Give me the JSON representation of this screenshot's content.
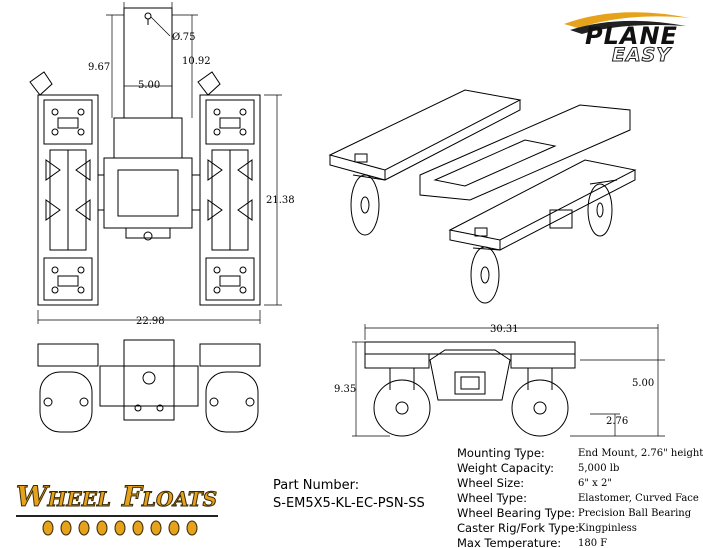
{
  "brand": {
    "line1": "PLANE",
    "line2": "EASY"
  },
  "product_logo": {
    "word1_cap": "W",
    "word1_rest": "HEEL",
    "word2_cap": "F",
    "word2_rest": "LOATS"
  },
  "dimensions": {
    "pin_dia": "Ø.75",
    "tower_height": "9.67",
    "overall_height": "10.92",
    "frame_width": "5.00",
    "length": "21.38",
    "width": "22.98",
    "side_length": "30.31",
    "side_height": "9.35",
    "mount_height": "5.00",
    "mount_offset": "2.76"
  },
  "part": {
    "label": "Part Number:",
    "number": "S-EM5X5-KL-EC-PSN-SS"
  },
  "specs": [
    {
      "label": "Mounting Type:",
      "value": "End Mount, 2.76\" height"
    },
    {
      "label": "Weight Capacity:",
      "value": "5,000 lb"
    },
    {
      "label": "Wheel Size:",
      "value": "6\" x 2\""
    },
    {
      "label": "Wheel Type:",
      "value": "Elastomer, Curved Face"
    },
    {
      "label": "Wheel Bearing Type:",
      "value": "Precision Ball Bearing"
    },
    {
      "label": "Caster Rig/Fork Type:",
      "value": "Kingpinless"
    },
    {
      "label": "Max Temperature:",
      "value": "180 F"
    }
  ],
  "colors": {
    "logo_orange": "#e6a21b",
    "logo_dark": "#222222",
    "line": "#000000"
  }
}
